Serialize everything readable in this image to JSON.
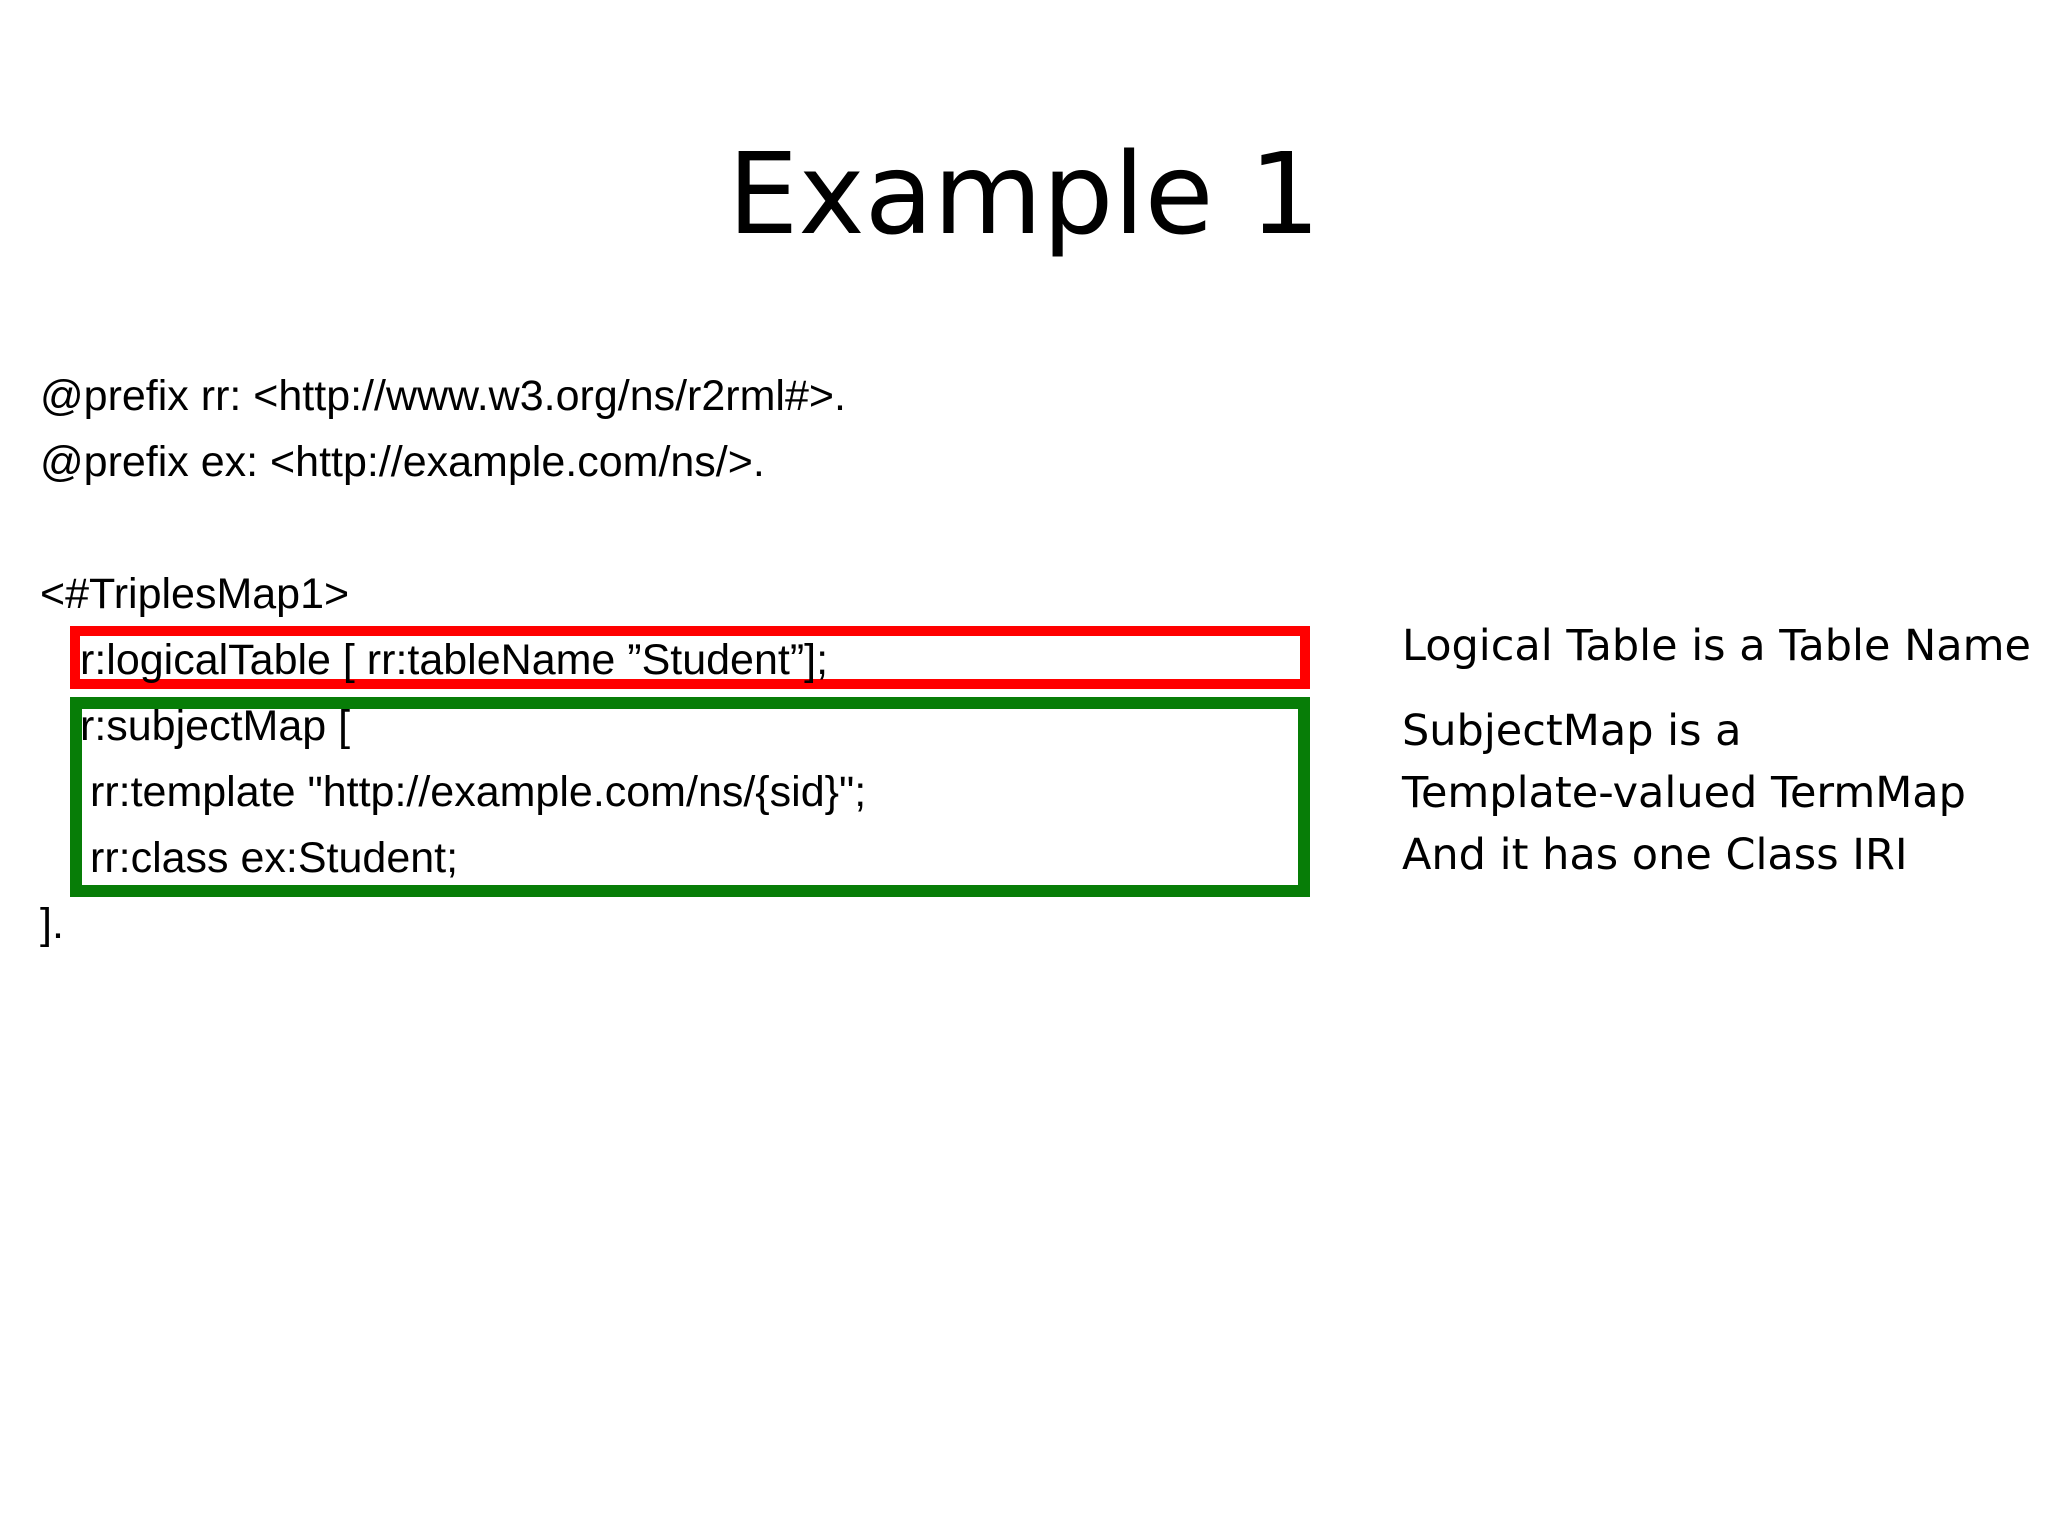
{
  "slide": {
    "title": "Example 1",
    "code": {
      "prefix_rr": "@prefix rr: <http://www.w3.org/ns/r2rml#>.",
      "prefix_ex": "@prefix ex: <http://example.com/ns/>.",
      "triples_map": "<#TriplesMap1>",
      "logical_table": "r:logicalTable [ rr:tableName ”Student”];",
      "subject_map_open": "r:subjectMap [",
      "template": "rr:template \"http://example.com/ns/{sid}\";",
      "class": "rr:class ex:Student;",
      "close": "]."
    },
    "annotations": {
      "logical_table": "Logical Table is a Table Name",
      "subject_map_lines": [
        "SubjectMap is a",
        "Template-valued TermMap",
        "And it has one Class IRI"
      ]
    },
    "colors": {
      "logical_table_box": "#ff0000",
      "subject_map_box": "#077d07"
    }
  }
}
